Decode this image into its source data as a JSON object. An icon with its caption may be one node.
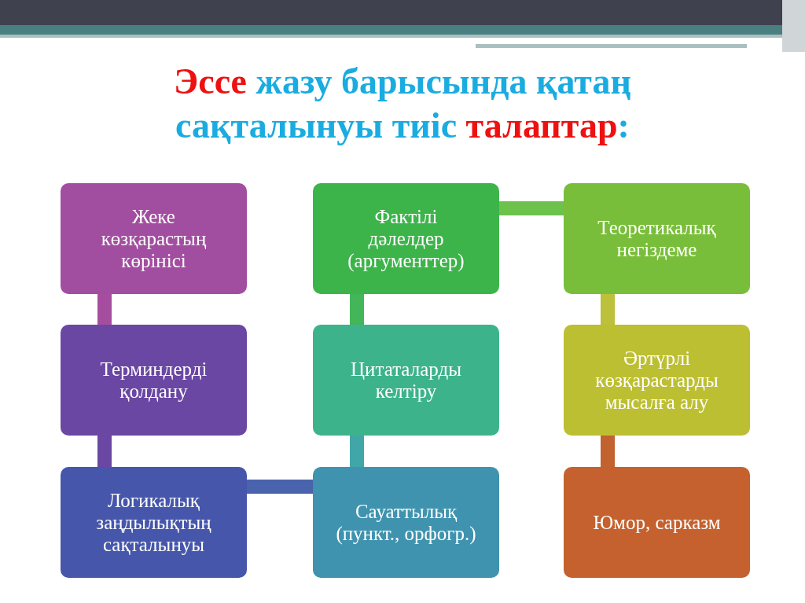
{
  "diagram": {
    "title": "**Эссе** жазу барысында қатаң сақталынуы тиіс **талаптар**:",
    "nodes": [
      {
        "text": [
          "Жеке көзқарастың көрінісі"
        ]
      },
      {
        "text": [
          "Фактілі дәлелдер (аргументтер)"
        ]
      },
      {
        "text": [
          "Теоретикалық негіздеме"
        ]
      },
      {
        "text": [
          "Терминдерді қолдану"
        ]
      },
      {
        "text": [
          "Цитаталарды келтіру"
        ]
      },
      {
        "text": [
          "Әртүрлі көзқарастарды мысалға алу"
        ]
      },
      {
        "text": [
          "Логикалық заңдылықтың сақталынуы"
        ]
      },
      {
        "text": [
          "Сауаттылық (пункт., орфогр.)"
        ]
      },
      {
        "text": [
          "Юмор, сарказм"
        ]
      }
    ],
    "edges": [
      {
        "from": 0,
        "to": 3,
        "arrow": "none",
        "color": "#a54ea0"
      },
      {
        "from": 3,
        "to": 6,
        "arrow": "none",
        "color": "#6a47a3"
      },
      {
        "from": 6,
        "to": 7,
        "arrow": "none",
        "color": "#4a63ad"
      },
      {
        "from": 7,
        "to": 4,
        "arrow": "none",
        "color": "#41a6a8"
      },
      {
        "from": 4,
        "to": 1,
        "arrow": "none",
        "color": "#43b65a"
      },
      {
        "from": 1,
        "to": 2,
        "arrow": "none",
        "color": "#6cc24a"
      },
      {
        "from": 2,
        "to": 5,
        "arrow": "none",
        "color": "#bcc03a"
      },
      {
        "from": 5,
        "to": 8,
        "arrow": "none",
        "color": "#c2622e"
      }
    ]
  }
}
